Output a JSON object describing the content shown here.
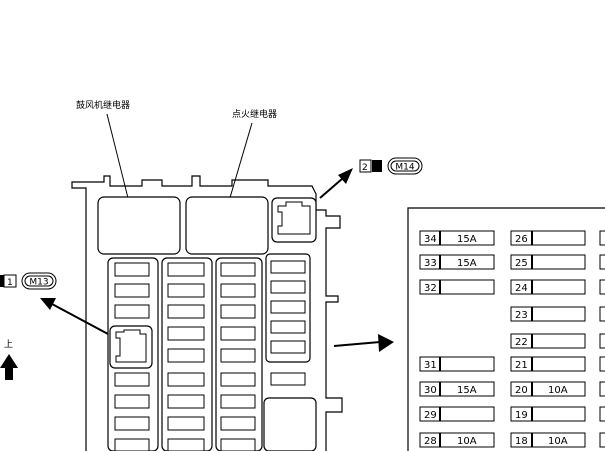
{
  "labels": {
    "blower_relay": "鼓风机继电器",
    "ignition_relay": "点火继电器",
    "up": "上"
  },
  "connectors": [
    {
      "pin": "2",
      "name": "M14"
    },
    {
      "pin": "1",
      "name": "M13"
    }
  ],
  "fuse_table": {
    "col1": [
      {
        "number": "34",
        "amp": "15A"
      },
      {
        "number": "33",
        "amp": "15A"
      },
      {
        "number": "32",
        "amp": ""
      },
      {
        "number": "31",
        "amp": ""
      },
      {
        "number": "30",
        "amp": "15A"
      },
      {
        "number": "29",
        "amp": ""
      },
      {
        "number": "28",
        "amp": "10A"
      }
    ],
    "col2": [
      {
        "number": "26",
        "amp": ""
      },
      {
        "number": "25",
        "amp": ""
      },
      {
        "number": "24",
        "amp": ""
      },
      {
        "number": "23",
        "amp": ""
      },
      {
        "number": "22",
        "amp": ""
      },
      {
        "number": "21",
        "amp": ""
      },
      {
        "number": "20",
        "amp": "10A"
      },
      {
        "number": "19",
        "amp": ""
      },
      {
        "number": "18",
        "amp": "10A"
      }
    ]
  }
}
